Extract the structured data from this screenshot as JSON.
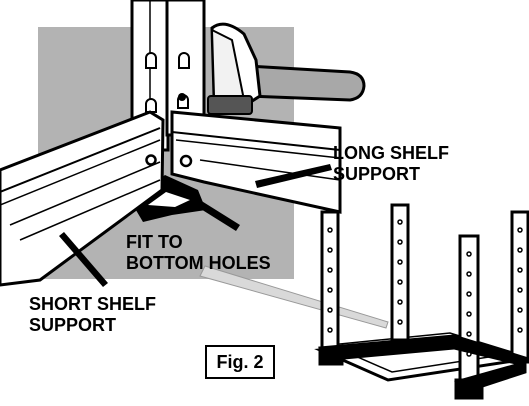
{
  "labels": {
    "long_shelf_support": [
      "LONG SHELF",
      "SUPPORT"
    ],
    "fit_to_bottom_holes": [
      "FIT TO",
      "BOTTOM HOLES"
    ],
    "short_shelf_support": [
      "SHORT SHELF",
      "SUPPORT"
    ]
  },
  "figure_label": "Fig. 2",
  "icons": [
    "hammer-icon",
    "shelving-unit-icon"
  ],
  "colors": {
    "background_panel": "#b3b3b3",
    "line": "#000000",
    "fill": "#ffffff"
  }
}
